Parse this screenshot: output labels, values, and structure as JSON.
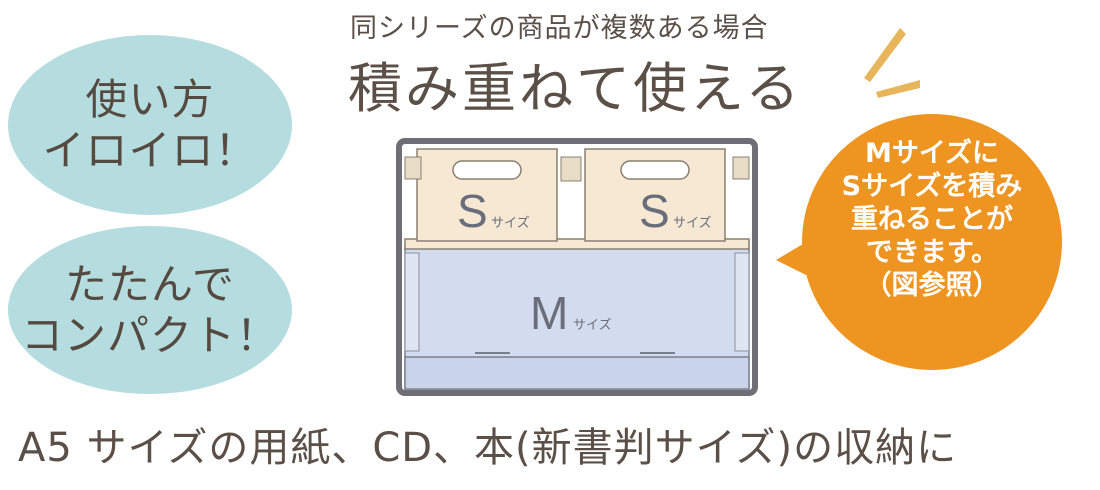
{
  "colors": {
    "bubble": "#b5dde0",
    "callout": "#ee9420",
    "text": "#5a5048",
    "box_s": "#f6e8d3",
    "box_m": "#d3dcef",
    "frame": "#6e6e74"
  },
  "header": {
    "subtitle": "同シリーズの商品が複数ある場合",
    "title": "積み重ねて使える"
  },
  "bubbles": [
    {
      "lines": [
        "使い方",
        "イロイロ！"
      ]
    },
    {
      "lines": [
        "たたんで",
        "コンパクト！"
      ]
    }
  ],
  "diagram": {
    "box_s_left": {
      "letter": "S",
      "suffix": "サイズ"
    },
    "box_s_right": {
      "letter": "S",
      "suffix": "サイズ"
    },
    "box_m": {
      "letter": "M",
      "suffix": "サイズ"
    }
  },
  "callout": {
    "lines": [
      "Mサイズに",
      "Sサイズを積み",
      "重ねることが",
      "できます。",
      "（図参照）"
    ]
  },
  "footer": {
    "text": "A5 サイズの用紙、CD、本(新書判サイズ)の収納に"
  },
  "icons": {
    "sparkle": "sparkle-lines-icon"
  }
}
